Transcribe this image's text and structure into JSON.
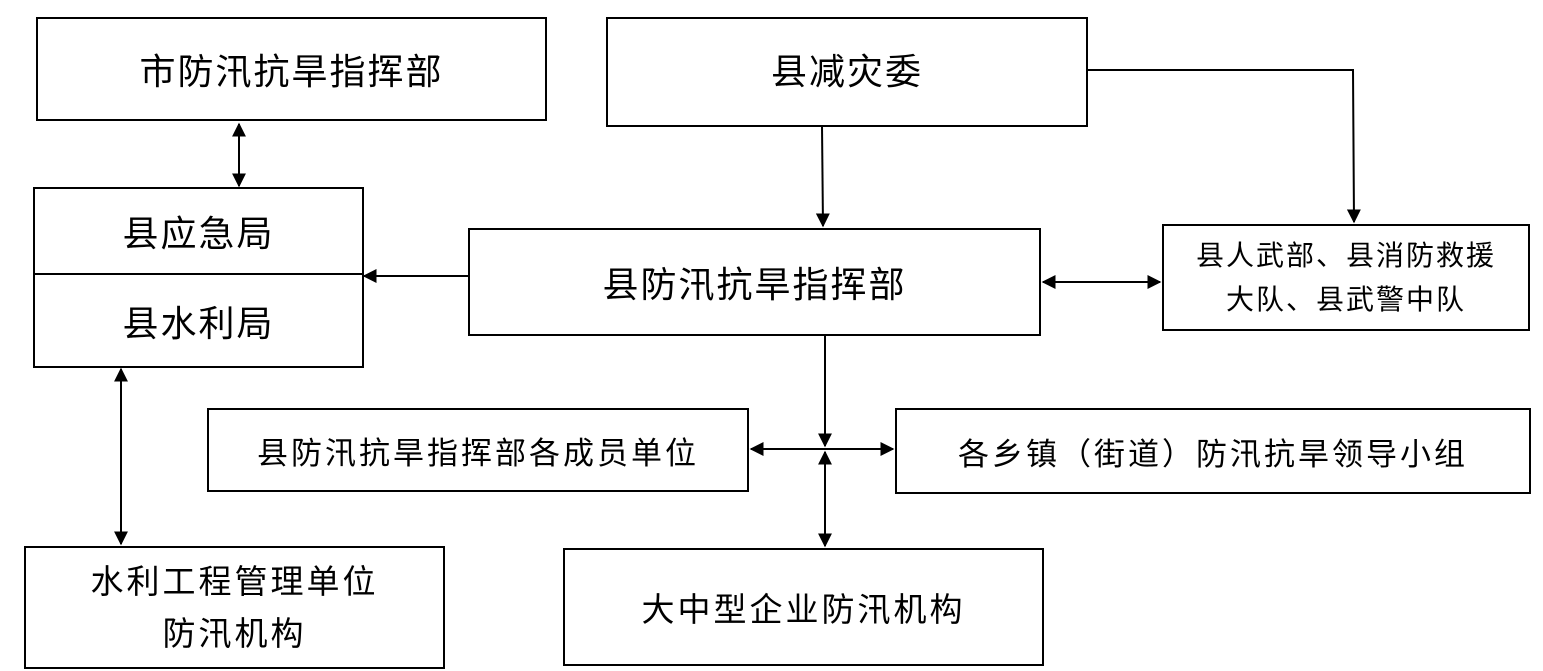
{
  "nodes": {
    "city_hq": "市防汛抗旱指挥部",
    "county_dr": "县减灾委",
    "emergency_bureau": "县应急局",
    "water_bureau": "县水利局",
    "county_hq": "县防汛抗旱指挥部",
    "forces_line1": "县人武部、县消防救援",
    "forces_line2": "大队、县武警中队",
    "member_units": "县防汛抗旱指挥部各成员单位",
    "township_groups": "各乡镇（街道）防汛抗旱领导小组",
    "water_proj_line1": "水利工程管理单位",
    "water_proj_line2": "防汛机构",
    "enterprise": "大中型企业防汛机构"
  }
}
